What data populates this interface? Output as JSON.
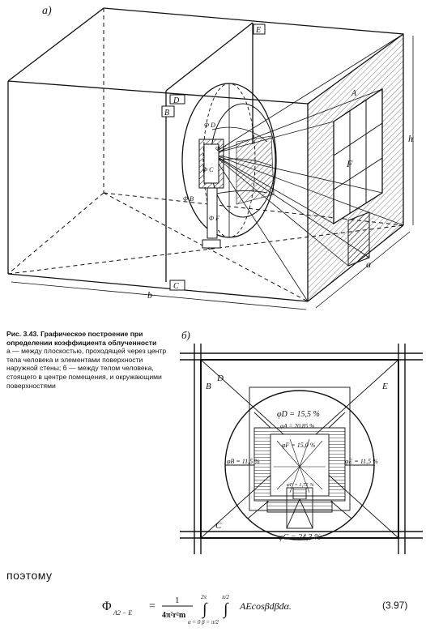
{
  "figure_a": {
    "panel_label": "а)",
    "labels": {
      "D": "D",
      "B": "B",
      "C": "C",
      "E": "E",
      "A": "A",
      "F": "F",
      "h": "h",
      "a": "a",
      "b": "b",
      "phi_d": "Φ D",
      "phi_b": "Φ B",
      "phi_c": "Φ C",
      "phi_e": "Φ E",
      "phi_f": "Φ F"
    }
  },
  "figure_b": {
    "panel_label": "б)",
    "labels": {
      "B": "B",
      "D": "D",
      "E": "E",
      "C": "C"
    },
    "coefficients": {
      "phi_d": "φD = 15,5 %",
      "phi_a": "φA = 20,85 %",
      "phi_f": "φF = 15,0 %",
      "phi_b": "φB = 11,5 %",
      "phi_e": "φE = 11,5 %",
      "phi_f2": "φF = 1,75 %",
      "phi_c": "φC = 24,3 %"
    }
  },
  "caption": {
    "title": "Рис. 3.43. Графическое построение при определении коэффициента облученности",
    "body": "а — между плоскостью, проходящей через центр тела человека и элементами поверхности наружной стены; б — между телом человека, стоящего в центре помещения, и окружающими поверхностями"
  },
  "text": {
    "therefore": "поэтому"
  },
  "formula": {
    "lhs": "Φ",
    "lhs_sub": "A2 − E",
    "eq": "=",
    "frac_num": "1",
    "frac_den": "4π²r²m",
    "int1_upper": "2π",
    "int2_upper": "π/2",
    "limits": "α = 0 β = π/2",
    "integrand": "AEcosβdβdα.",
    "number": "(3.97)"
  }
}
